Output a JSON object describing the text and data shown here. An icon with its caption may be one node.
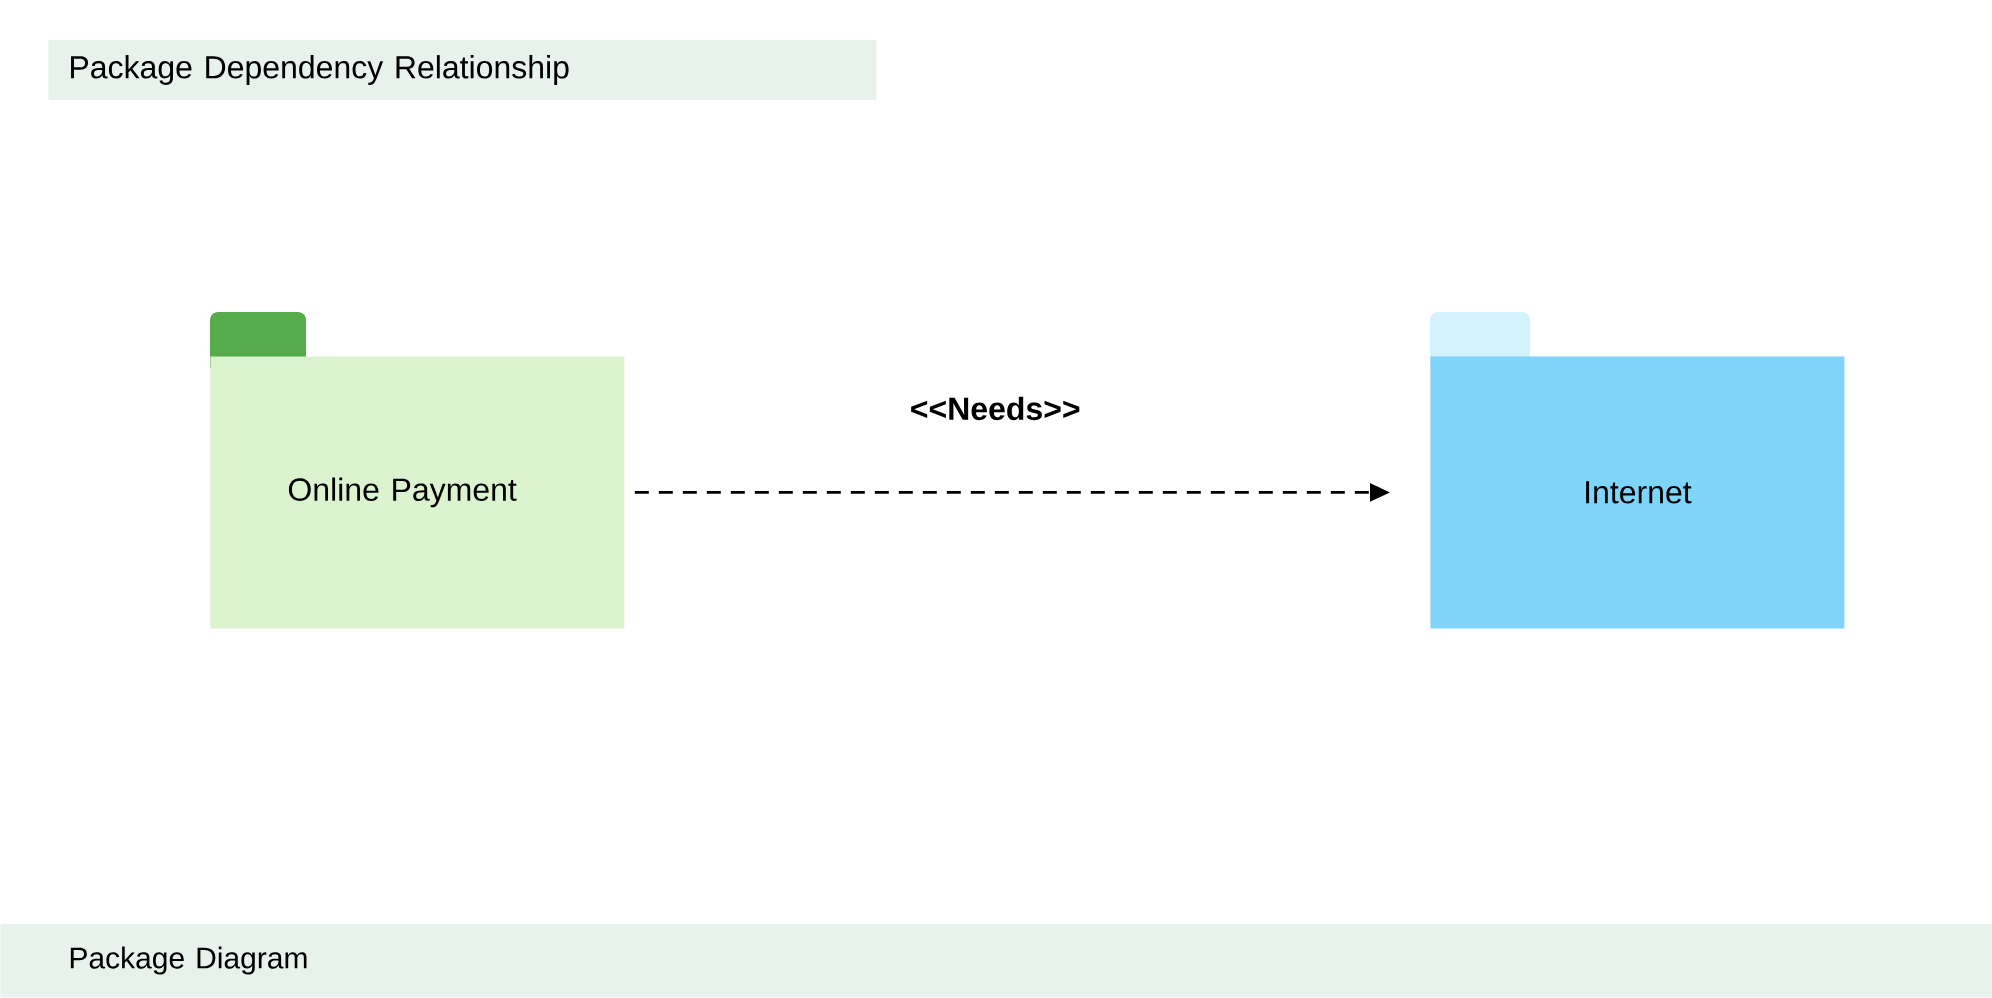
{
  "diagram": {
    "title": "Package Dependency Relationship",
    "caption": "Package Diagram",
    "nodes": [
      {
        "text": [
          "Online Payment"
        ]
      },
      {
        "text": [
          "Internet"
        ]
      }
    ],
    "edges": [
      {
        "from": 0,
        "to": 1,
        "arrow": "to",
        "style": "dashed",
        "label": "<<Needs>>"
      }
    ]
  }
}
